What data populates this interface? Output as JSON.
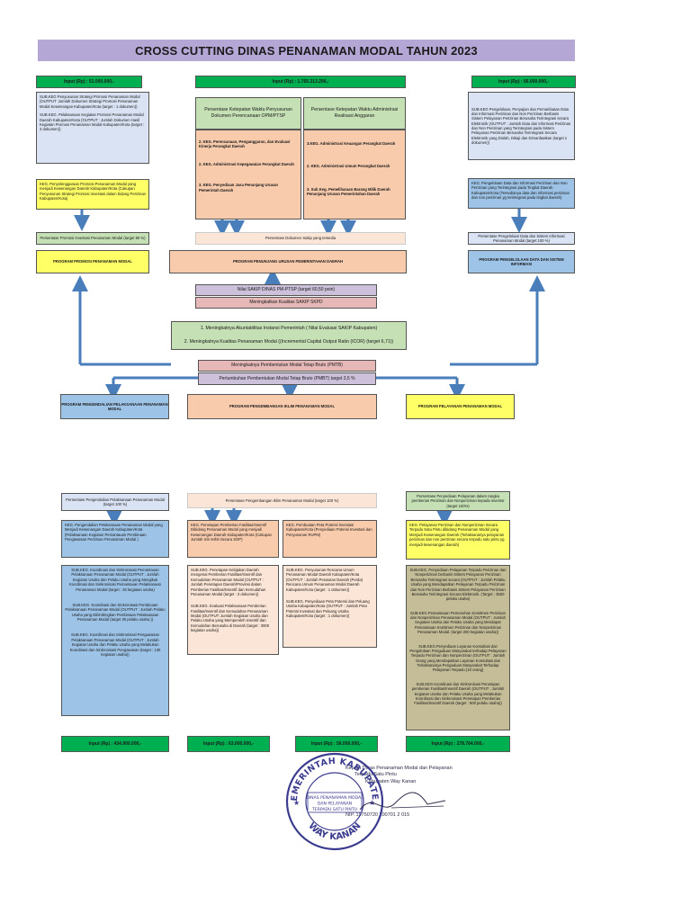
{
  "title": "CROSS CUTTING DINAS PENANAMAN MODAL TAHUN 2023",
  "top": {
    "inputs": [
      "Input (Rp) : 51.000.000,-",
      "Input (Rp) : 1.765.313.296,-",
      "Input (Rp) : 66.000.000,-"
    ],
    "left": {
      "sub": [
        "SUB.KEG Penyusunan Strategi Promosi Penanaman Modal (OUTPUT :Jumlah Dokumen Strategi Promosi Penanaman Modal Kewenangan Kabupaten/Kota (target : 1 dokumen))",
        "SUB.KEG. Pelaksanaan Kegiatan Promosi Penanaman Modal Daerah Kabupaten/Kota (OUTPUT : Jumlah Dokumen Hasil Kegiatan Promosi Penanaman Modal Kabupaten/Kota (target : 3 dokumen))"
      ],
      "keg": "KEG. Penyelenggaraan Promosi Penanaman Modal yang menjadi Kewenangan Daerah Kabupaten/Kota (Cakupan Penyusunan Strategi Promosi Investasi dalam bidang Perizinan Kabupaten/Kota)",
      "outcome": "Persentase Promosi Investasi Penanaman Modal (target 90 %)",
      "program": "PROGRAM PROMOSI PENANAMAN MODAL"
    },
    "center": {
      "head1": "Persentase Ketepatan Waktu Penyusunan Dokumen Perencanaan OPM/PTSP",
      "head2": "Persentase Ketepatan Waktu Administrasi Realisasi Anggaran",
      "keg1": [
        "2. KEG. Perencanaan, Penganggaran, dan Evaluasi Kinerja Perangkat Daerah",
        "2. KEG. Administrasi Kepegawaian Perangkat Daerah",
        "3. KEG. Penyediaan Jasa Penunjang Urusan Pemerintah Daerah"
      ],
      "keg2": [
        "3.KEG. Administrasi Keuangan Perangkat Daerah",
        "2. KEG. Administrasi Umum Perangkat Daerah",
        "3. Sub Keg. Pemeliharaan Barang Milik Daerah Penunjang Urusan Pemerintahan Daerah"
      ],
      "outcome": "Persentase Dokumen Sakip yang tersedia",
      "program": "PROGRAM PENUNJANG URUSAN PEMERINTAHAN DAERAH"
    },
    "right": {
      "sub": "SUB.KEG Pengelolaan, Penyajian dan Pemanfaatan Data dan Informasi Perizinan dan Non Perizinan Berbasis Sistem Pelayanan Perizinan Berusaha Terintegrasi secara Elektronik (OUTPUT : Jumlah Data dan Informasi Perizinan dan Non Perizinan yang Terintegrasi pada Sistem Pelayanan Perizinan Berusaha Terintegrasi Secara Elektronik yang Diolah, Dikaji dan Dimanfaatkan (target 1 dokumen))",
      "keg": "KEG. Pengelolaan Data dan Informasi Perizinan dan Non Perizinan yang Terintegrasi pada Tingkat Daerah Kabupaten/Kota (Tersedianya data dan informasi perizinan dan non perizinan yg terintegrasi pada tingkat daerah)",
      "outcome": "Persentase Pengelolaan Data dan Sistem Informasi Penanaman Modal (target 100 %)",
      "program": "PROGRAM PENGELOLAAN DATA DAN SISTEM INFORMASI"
    }
  },
  "middle": {
    "sakip": "Nilai SAKIP DINAS PM-PTSP (target 60,50 poin)",
    "sakip_up": "Meningkatkan Kualitas SAKIP SKPD",
    "goal1": "1. Meningkatnya Akuntabilitas Instansi Pemerintah ( Nilai Evaluasi SAKIP Kabupaten)",
    "goal2": "2. Meningkatnya Kualitas Penanaman Modal ((Incremental Capital Output Ratio (ICOR) (target 6,71))",
    "pmtb_up": "Meningkatnya Pembentukan Modal Tetap Bruto (PMTB)",
    "pmtb": "Pertumbuhan Pembentukan Modal Tetap Bruto (PMBT) target 3,5 %",
    "programs": [
      "PROGRAM PENGENDALIAN PELAKSANAAN PENANAMAN MODAL",
      "PROGRAM PENGEMBANGAN IKLIM PENANAMAN MODAL",
      "PROGRAM PELAYANAN PENANAMAN MODAL"
    ]
  },
  "bottom": {
    "outcomes": [
      "Persentase Pengendalian Pelaksanaan Penanaman Modal (target 100 %)",
      "Persentase Pengembangan Iklim Penanaman Modal (target 100 %)",
      "Persentase Penyediaan Pelayanan dalam rangka pemberian Perizinan dan Nonperizinan kepada investor (target 100%)"
    ],
    "keg": [
      "KEG. Pengendalian Pelaksanaan Penanaman Modal yang Menjadi Kewenangan Daerah Kabupaten/Kota (Pelaksanaan Kegiatan Pemantauan Pembinaan Pengawasan Perizinan Penanaman Modal )",
      "KEG. Penetapan Pemberian Fasilitas/Insentif Dibidang Penanaman Modal yang menjadi Kewenangan Daerah Kabupaten/Kota (Cakupan Jumlah Izin terbit Secara SOP)",
      "KEG. Pembuatan Peta Potensi Investasi Kabupaten/Kota (Penyediaan Potensi Investasi dan Penyusunan RUPM)",
      "KEG. Pelayanan Perizinan dan Nonperizinan Secara Terpadu Satu Pintu dibidang Penanaman Modal yang Menjadi Kewenangan Daerah (Terlaksananya pelayanan perizinan dan non perizinan secara terpadu satu pintu yg menjadi kewenangan daerah)"
    ],
    "sub1": [
      "SUB.KEG. Koordinasi dan Sinkronisasi Pemantauan Pelaksanaan Penanaman Modal (OUTPUT : Jumlah Kegiatan Usaha dan Pelaku Usaha yang Mengikuti Koordinasi dan Sinkronisasi Pemantauan Pelaksanaan Penanaman Modal (target : 30 kegiatan usaha)",
      "SUB.KEG. Koordinasi dan Sinkronisasi Pembinaan Pelaksanaan Penanaman Modal (OUTPUT : Jumlah Pelaku Usaha yang Dibimbingkan Pembinaan Pelaksanaan Penanaman Modal (target 30 pelaku usaha ))",
      "SUB.KEG. Koordinasi dan Sinkronisasi Pengawasan Pelaksanaan Penanaman Modal (OUTPUT : Jumlah Kegiatan Usaha dan Pelaku Usaha yang Melakukan Koordinasi dan Sinkronisasi Pengawasan (target : 130 kegiatan usaha))"
    ],
    "sub2": [
      "SUB.KEG. Penetapan Kebijakan Daerah mengenai Pemberian Fasilitas/Insentif dan Kemudahan Penanaman Modal (OUTPUT : Jumlah Penetapan Daerah/Provinsi dalam Pemberian Fasilitas/Insentif dan Kemudahan Penanaman Modal (target : 3 dokumen))",
      "SUB.KEG. Evaluasi Pelaksanaan Pemberian Fasilitas/Insentif dan Kemudahan Penanaman Modal (OUTPUT: Jumlah Kegiatan Usaha dan Pelaku Usaha yang Memperoleh Insentif dan Kemudahan Berusaha di Daerah (target : 3000 kegiatan usaha))"
    ],
    "sub3": [
      "SUB.KEG. Penyusunan Rencana Umum Penanaman Modal Daerah Kabupaten/Kota (OUTPUT : Jumlah Peraturan Daerah (Perda) Rencana Umum Penanaman Modal Daerah Kabupaten/Kota (target : 1 dokumen))",
      "SUB.KEG. Penyediaan Peta Potensi dan Peluang Usaha Kabupaten/Kota (OUTPUT : Jumlah Peta Potensi Investasi dan Peluang Usaha Kabupaten/Kota (target : 1 dokumen))"
    ],
    "sub4": [
      "SUB.KEG. Penyediaan Pelayanan Terpadu Perizinan dan Nonperizinan berbasis Sistem Pelayanan Perizinan Berusaha Terintegrasi secara (OUTPUT : Jumlah Pelaku Usaha yang Mendapatkan Pelayanan Terpadu Perizinan dan Non Perizinan Berbasis Sistem Pelayanan Perizinan Berusaha Terintegrasi Secara Elektronik. (Target : 3500 pelaku usaha)",
      "SUB.KEG.Pemantauan Pemenuhan Komitmen Perizinan dan Nonperizinan Penanaman Modal (OUTPUT : Jumlah Kegiatan Usaha dan Pelaku Usaha yang Mendapat Pemantauan Komitmen Perizinan dan Nonperizinan Penanaman Modal. (target 200 kegiatan usaha))",
      "SUB.KEG.Penyediaan Layanan Konsultasi dan Pengelolaan Pengaduan Masyarakat terhadap Pelayanan Terpadu Perizinan dan Nonperizinan (OUTPUT : Jumlah Orang yang Mendapatkan Layanan Konsultasi dan Terlaksananya Pengaduan Masyarakat Terhadap Pelayanan Terpadu (10 orang)",
      "SUB.KEG.Koordinasi dan Sinkronisasi Penetapan pemberian Fasilitas/Insentif Daerah (OUTPUT : Jumlah Kegiatan Usaha dan Pelaku Usaha yang Melakukan Koordinasi dan Sinkronisasi Penetapan Pemberian Fasilitas/Insentif Daerah (target : 500 pelaku usaha))"
    ],
    "inputs": [
      "Input (Rp) : 434.900.000,-",
      "Input (Rp) : 63.000.000,-",
      "Input (Rp) : 56.000.000,-",
      "Input (Rp) : 278.764.000,-"
    ]
  },
  "signature": {
    "line1": "Kepala Dinas Penanaman Modal dan Pelayanan",
    "line2": "Terpadu Satu Pintu",
    "line3": "Kabupaten Way Kanan",
    "nip": "NIP. 19750720 200701 2 015",
    "stamp_top": "PEMERINTAH KABUPATEN",
    "stamp_bottom": "WAY KANAN",
    "stamp_center": [
      "DINAS PENANAMAN MODAL",
      "DAN PELAYANAN",
      "TERPADU SATU PINTU"
    ]
  },
  "colors": {
    "header": "#b4a7d6",
    "input": "#00b050",
    "arrow": "#4a7ebb",
    "stamp": "#3b3b8f"
  }
}
